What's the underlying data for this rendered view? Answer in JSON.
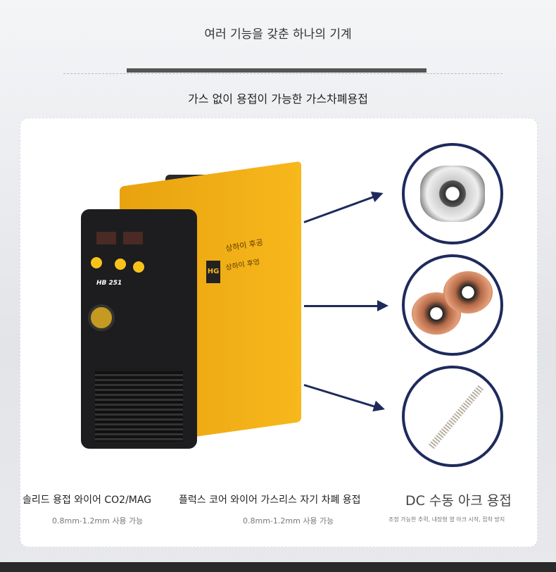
{
  "header": {
    "title": "여러 기능을 갖춘 하나의 기계",
    "subtitle": "가스 없이 용접이 가능한 가스차폐용접"
  },
  "product": {
    "brand_logo": "HG",
    "model": "HB 251",
    "brand_text_1": "상하이 후공",
    "brand_text_2": "상하이 후엉"
  },
  "features": [
    {
      "label": "솔리드 용접 와이어 CO2/MAG",
      "detail": "0.8mm-1.2mm 사용 가능",
      "icon": "solid-wire-spool-icon"
    },
    {
      "label": "플럭스 코어 와이어 가스리스 자기 차폐 용접",
      "detail": "0.8mm-1.2mm 사용 가능",
      "icon": "copper-wire-spool-icon"
    },
    {
      "label": "DC 수동 아크 용접",
      "detail": "조정 가능한 추력, 내장형 열 아크 시작, 접착 방지",
      "icon": "welding-rods-icon"
    }
  ],
  "colors": {
    "accent": "#1f2a5c",
    "body": "#f5b41a"
  }
}
